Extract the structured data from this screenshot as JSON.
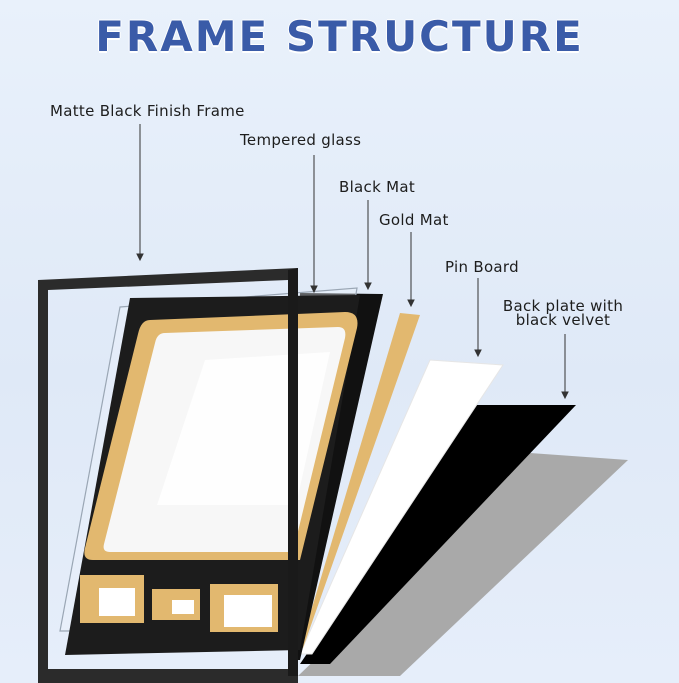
{
  "title": "FRAME STRUCTURE",
  "labels": {
    "frame": "Matte Black Finish Frame",
    "glass": "Tempered glass",
    "black_mat": "Black Mat",
    "gold_mat": "Gold Mat",
    "pin_board": "Pin Board",
    "back_plate_line1": "Back plate with",
    "back_plate_line2": "black velvet"
  },
  "colors": {
    "title": "#3a5ba8",
    "frame": "#2b2b2b",
    "black_mat": "#111111",
    "gold_mat": "#e2b86f",
    "pin_board": "#ffffff",
    "back_plate": "#000000",
    "shadow": "#a9a9a9"
  }
}
